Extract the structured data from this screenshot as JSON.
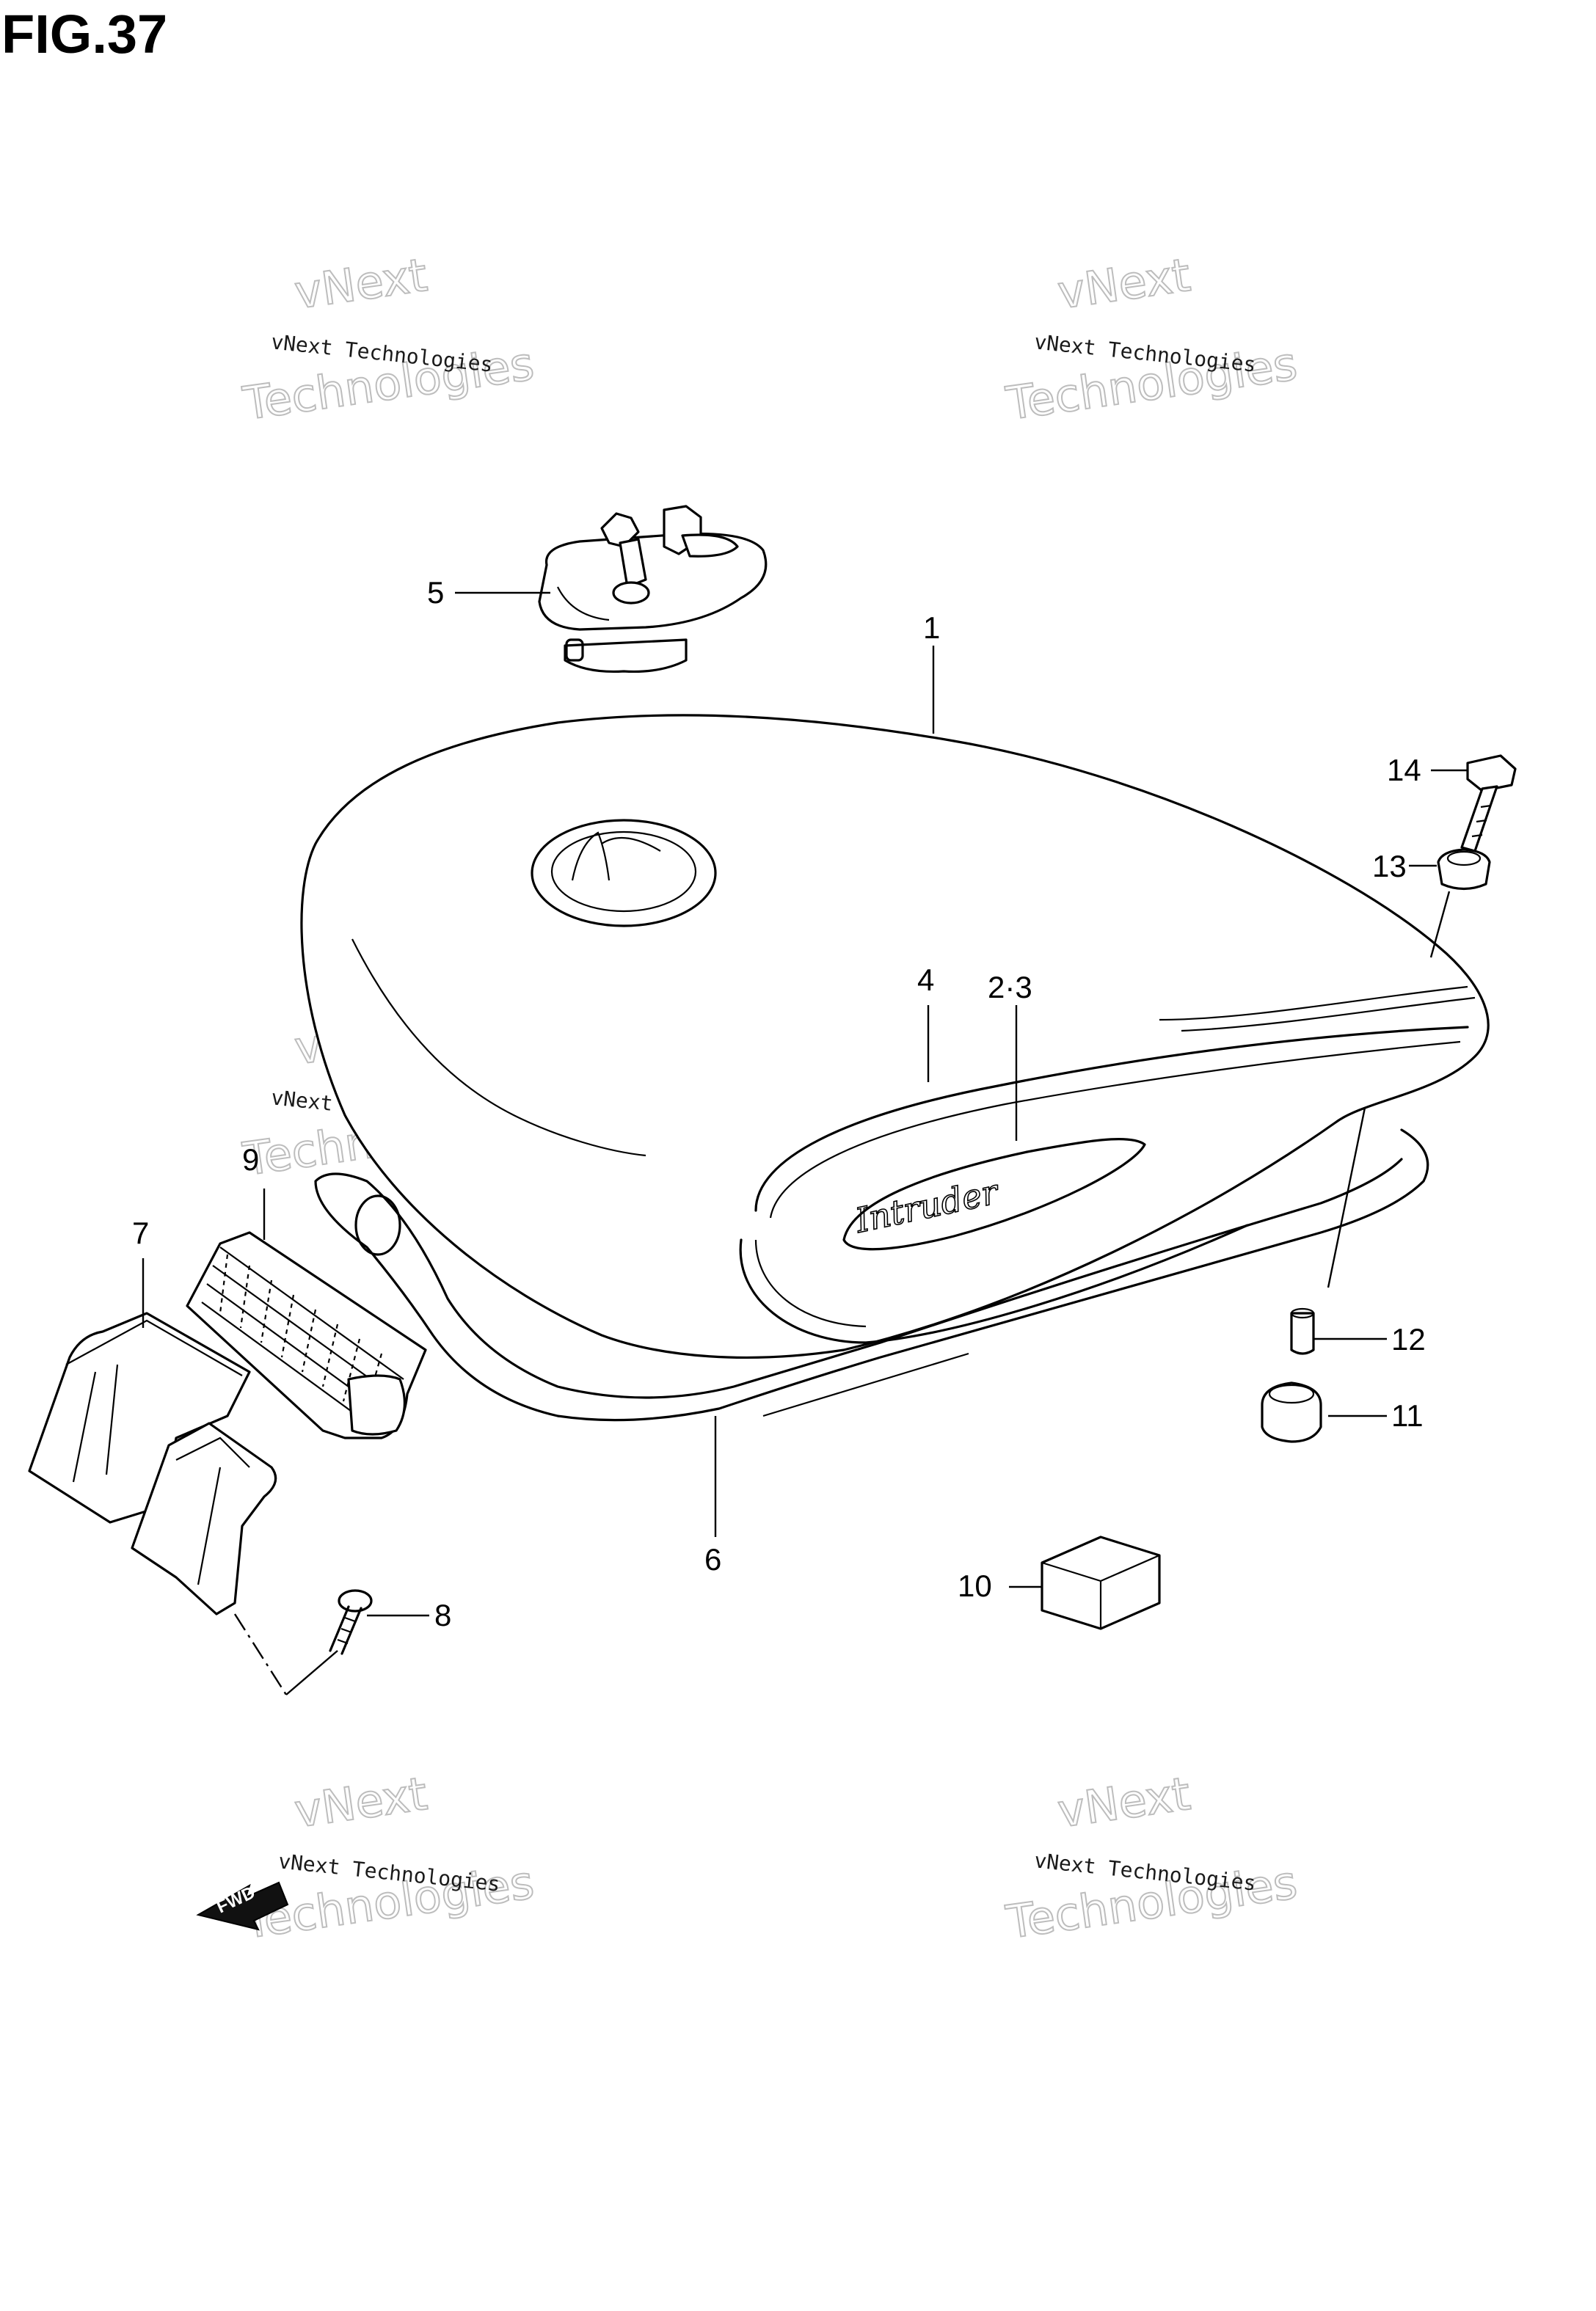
{
  "figure": {
    "title": "FIG.37"
  },
  "callouts": [
    {
      "id": "c1",
      "label": "1"
    },
    {
      "id": "c23",
      "label": "2·3"
    },
    {
      "id": "c4",
      "label": "4"
    },
    {
      "id": "c5",
      "label": "5"
    },
    {
      "id": "c6",
      "label": "6"
    },
    {
      "id": "c7",
      "label": "7"
    },
    {
      "id": "c8",
      "label": "8"
    },
    {
      "id": "c9",
      "label": "9"
    },
    {
      "id": "c10",
      "label": "10"
    },
    {
      "id": "c11",
      "label": "11"
    },
    {
      "id": "c12",
      "label": "12"
    },
    {
      "id": "c13",
      "label": "13"
    },
    {
      "id": "c14",
      "label": "14"
    }
  ],
  "badges": {
    "fwd": "FWD",
    "tank_script": "Intruder"
  },
  "watermark": {
    "line": "vNext Technologies",
    "word1": "vNext",
    "word2": "Technologies"
  }
}
